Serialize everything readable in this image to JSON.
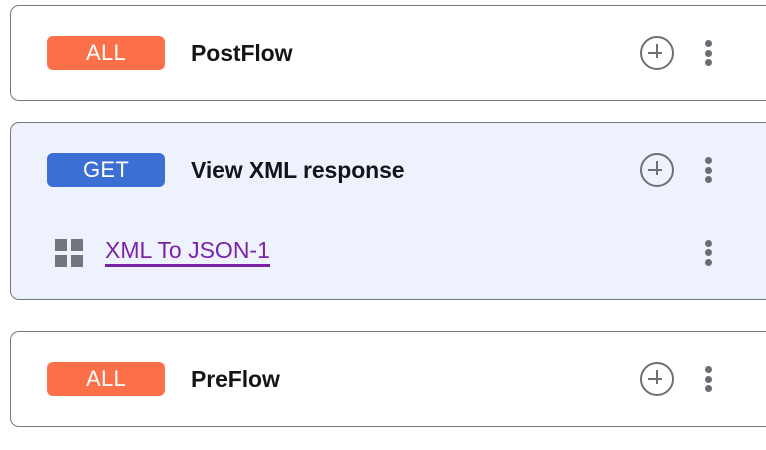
{
  "flows": [
    {
      "id": "postflow",
      "badge": {
        "label": "ALL",
        "type": "all",
        "color": "#fb7049"
      },
      "title": "PostFlow",
      "selected": false,
      "actions": {
        "add": "add-step-icon",
        "menu": "more-options-icon"
      },
      "steps": []
    },
    {
      "id": "view-xml-response",
      "badge": {
        "label": "GET",
        "type": "get",
        "color": "#3b6fd4"
      },
      "title": "View XML response",
      "selected": true,
      "actions": {
        "add": "add-step-icon",
        "menu": "more-options-icon"
      },
      "steps": [
        {
          "icon": "policy-grid-icon",
          "label": "XML To JSON-1",
          "link_color": "#7b23a7",
          "menu": "more-options-icon"
        }
      ]
    },
    {
      "id": "preflow",
      "badge": {
        "label": "ALL",
        "type": "all",
        "color": "#fb7049"
      },
      "title": "PreFlow",
      "selected": false,
      "actions": {
        "add": "add-step-icon",
        "menu": "more-options-icon"
      },
      "steps": []
    }
  ],
  "theme": {
    "card_border": "#75777b",
    "selected_background": "#eef2fc",
    "icon_gray": "#6e7075",
    "title_color": "#141518"
  }
}
